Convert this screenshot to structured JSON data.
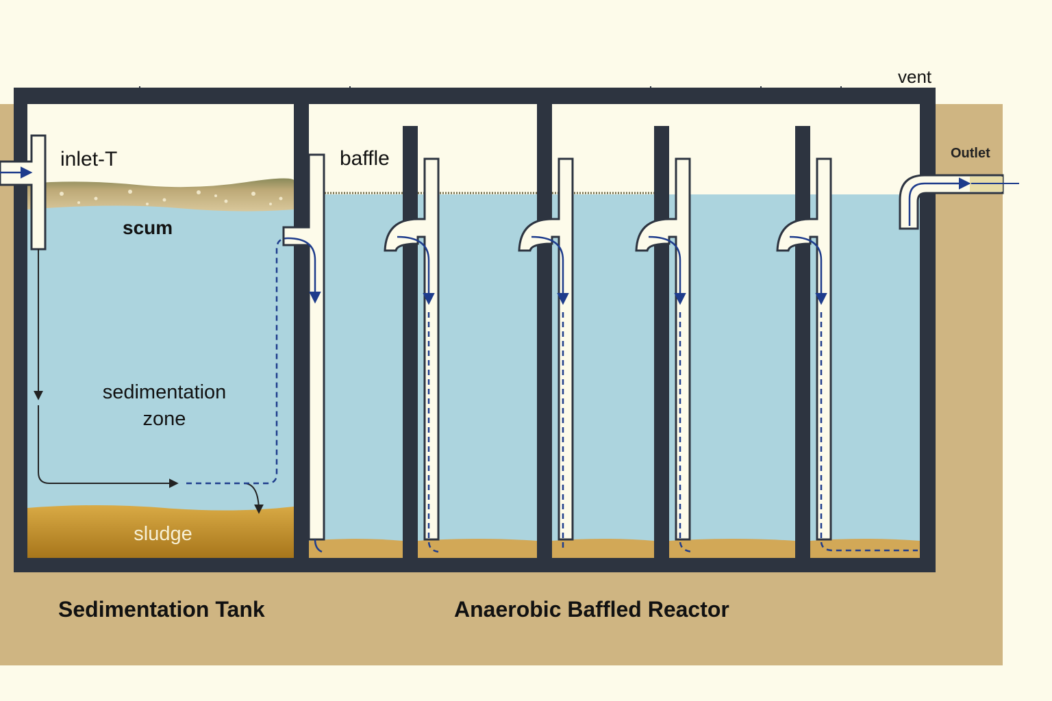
{
  "labels": {
    "vent": "vent",
    "outlet": "Outlet",
    "inlet_t": "inlet-T",
    "baffle": "baffle",
    "scum": "scum",
    "sedimentation_zone_line1": "sedimentation",
    "sedimentation_zone_line2": "zone",
    "sludge": "sludge",
    "sedimentation_tank": "Sedimentation Tank",
    "anaerobic_baffled_reactor": "Anaerobic Baffled Reactor"
  },
  "colors": {
    "background": "#fdfbea",
    "soil": "#cfb582",
    "tank_wall": "#2d3440",
    "water": "#acd4de",
    "air": "#fdfbea",
    "scum": "#bda977",
    "sludge": "#c49530",
    "sludge_dark": "#a7761b",
    "pipe": "#fdfbea",
    "flow_arrow": "#1e3c8c",
    "label_dark": "#111111",
    "label_light": "#f7f0d5"
  },
  "icons": {
    "flow": "flow-arrow",
    "inlet": "inlet-t-pipe",
    "outlet": "outlet-elbow-pipe"
  }
}
